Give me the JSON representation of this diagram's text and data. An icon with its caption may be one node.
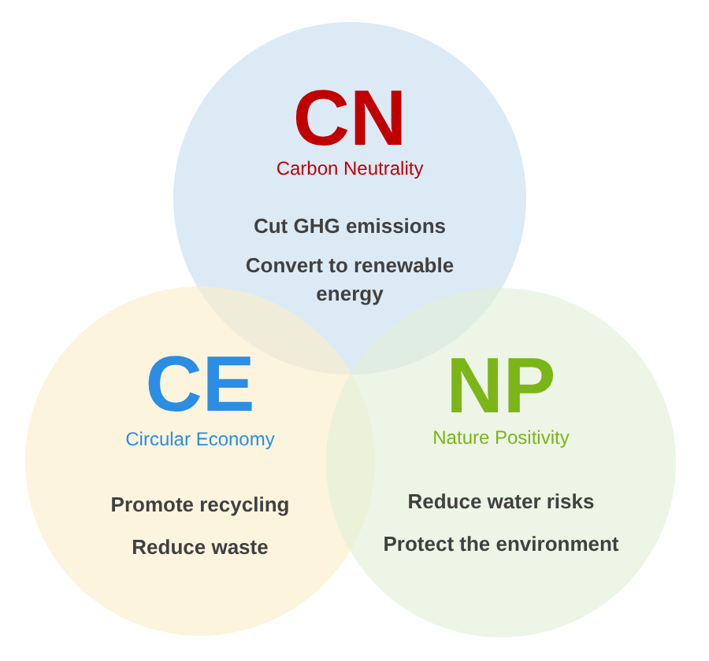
{
  "diagram": {
    "nodes": [
      {
        "text": [
          "CN",
          "Carbon Neutrality",
          "Cut GHG emissions",
          "Convert to renewable energy"
        ]
      },
      {
        "text": [
          "CE",
          "Circular Economy",
          "Promote recycling",
          "Reduce waste"
        ]
      },
      {
        "text": [
          "NP",
          "Nature Positivity",
          "Reduce water risks",
          "Protect the environment"
        ]
      }
    ],
    "edges": []
  }
}
